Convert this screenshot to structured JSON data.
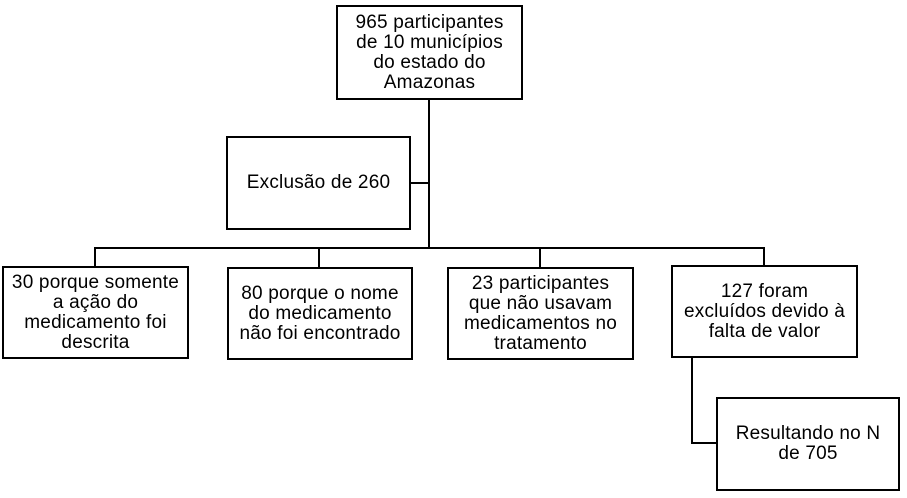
{
  "diagram": {
    "colors": {
      "background": "#ffffff",
      "line": "#000000",
      "text": "#000000"
    },
    "nodes": {
      "total": {
        "text": "965 participantes\nde 10 municípios\ndo estado do\nAmazonas"
      },
      "exclusion": {
        "text": "Exclusão de 260"
      },
      "reason_action_described": {
        "text": "30 porque somente\na ação do\nmedicamento foi\ndescrita"
      },
      "reason_name_not_found": {
        "text": "80 porque o nome\ndo medicamento\nnão foi encontrado"
      },
      "reason_no_medication": {
        "text": "23 participantes\nque não usavam\nmedicamentos no\ntratamento"
      },
      "reason_missing_value": {
        "text": "127 foram\nexcluídos devido à\nfalta de valor"
      },
      "result": {
        "text": "Resultando no N\nde 705"
      }
    },
    "edges": [
      {
        "from": "total",
        "to": "exclusion"
      },
      {
        "from": "total",
        "to": "reason_action_described"
      },
      {
        "from": "total",
        "to": "reason_name_not_found"
      },
      {
        "from": "total",
        "to": "reason_no_medication"
      },
      {
        "from": "total",
        "to": "reason_missing_value"
      },
      {
        "from": "reason_missing_value",
        "to": "result"
      }
    ]
  }
}
